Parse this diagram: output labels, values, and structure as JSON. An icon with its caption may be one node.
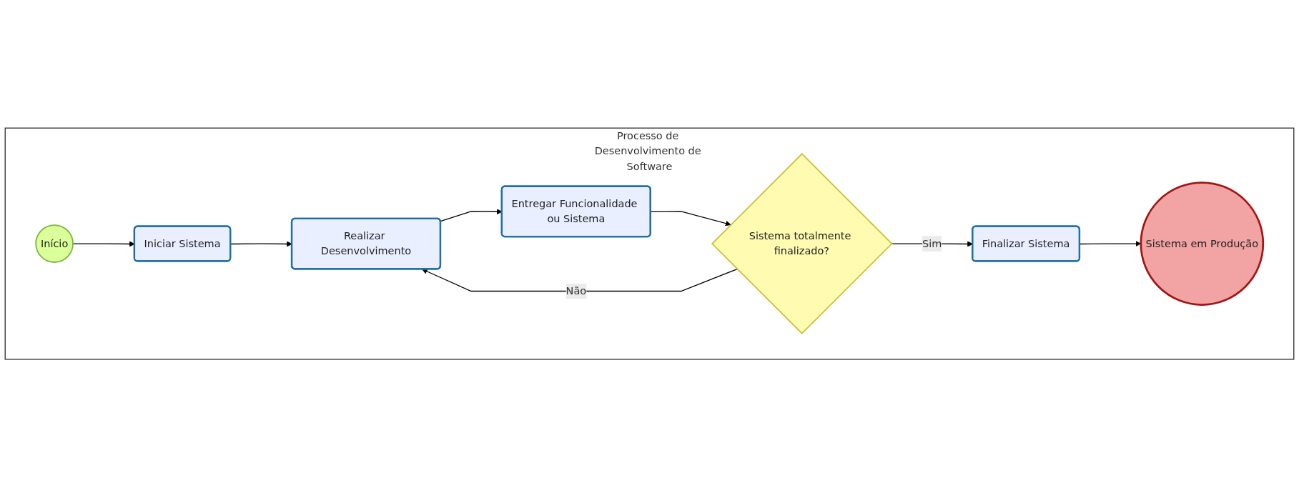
{
  "diagram": {
    "nodes": [
      {
        "text": [
          "Processo de Desenvolvimento de Software"
        ]
      },
      {
        "text": [
          "Início"
        ],
        "in": 0
      },
      {
        "text": [
          "Iniciar Sistema"
        ],
        "in": 0
      },
      {
        "text": [
          "Realizar Desenvolvimento"
        ],
        "in": 0
      },
      {
        "text": [
          "Entregar Funcionalidade ou Sistema"
        ],
        "in": 0
      },
      {
        "text": [
          "Sistema totalmente finalizado?"
        ],
        "in": 0
      },
      {
        "text": [
          "Finalizar Sistema"
        ],
        "in": 0
      },
      {
        "text": [
          "Sistema em Produção"
        ],
        "in": 0
      }
    ],
    "edges": [
      {
        "from": 1,
        "to": 2,
        "arrow": "to"
      },
      {
        "from": 2,
        "to": 3,
        "arrow": "to"
      },
      {
        "from": 3,
        "to": 4,
        "arrow": "to"
      },
      {
        "from": 4,
        "to": 5,
        "arrow": "to"
      },
      {
        "from": 5,
        "to": 3,
        "arrow": "to",
        "label": "Não"
      },
      {
        "from": 5,
        "to": 6,
        "arrow": "to",
        "label": "Sim"
      },
      {
        "from": 6,
        "to": 7,
        "arrow": "to"
      }
    ]
  }
}
